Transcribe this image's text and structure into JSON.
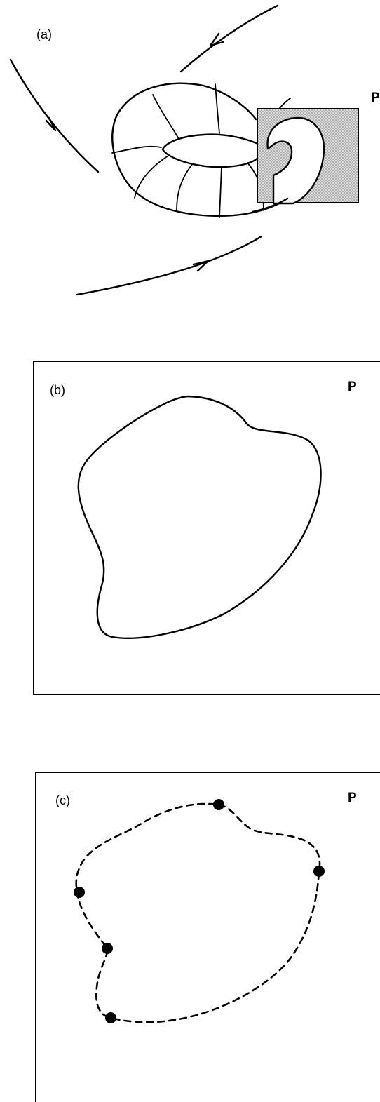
{
  "panels": {
    "a": {
      "label": "(a)",
      "plane_label": "P"
    },
    "b": {
      "label": "(b)",
      "plane_label": "P"
    },
    "c": {
      "label": "(c)",
      "plane_label": "P"
    }
  },
  "colors": {
    "ink": "#000000",
    "plane_fill": "#c8c8c8",
    "background": "#ffffff"
  }
}
